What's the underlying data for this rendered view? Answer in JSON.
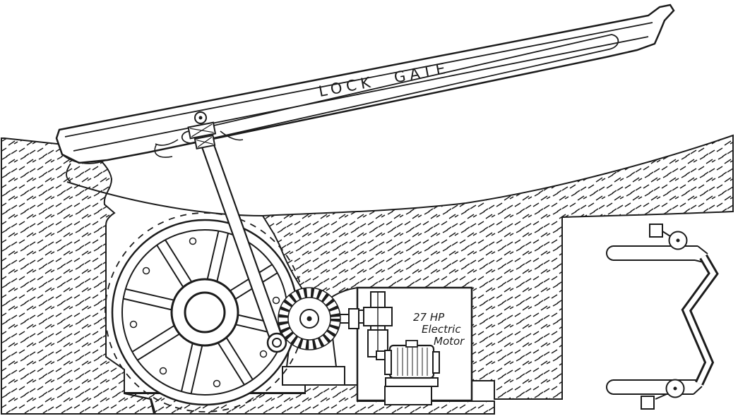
{
  "diagram": {
    "colors": {
      "ink": "#1c1c1c",
      "paper": "#ffffff"
    },
    "labels": {
      "lock_gate": "LOCK GATE",
      "motor_power": "27 HP",
      "motor_line2": "Electric",
      "motor_line3": "Motor"
    }
  }
}
